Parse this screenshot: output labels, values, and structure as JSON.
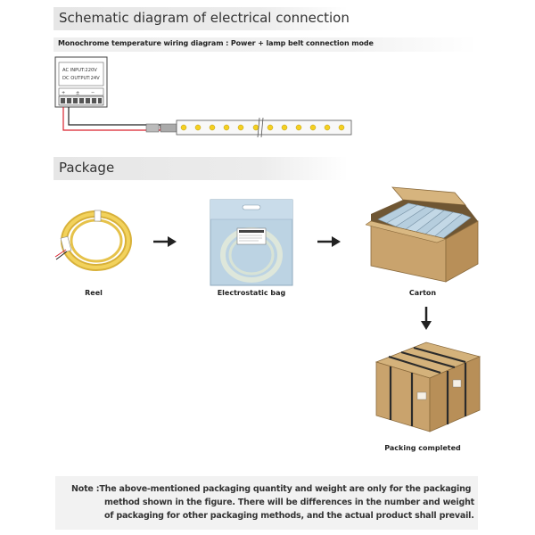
{
  "sections": {
    "wiring_title": "Schematic diagram of electrical connection",
    "wiring_subtitle": "Monochrome temperature wiring diagram : Power + lamp belt connection mode",
    "package_title": "Package"
  },
  "power_supply": {
    "input_label": "AC INPUT:220V",
    "output_label": "DC OUTPUT:24V"
  },
  "package_steps": {
    "reel": "Reel",
    "bag": "Electrostatic bag",
    "carton": "Carton",
    "completed": "Packing completed"
  },
  "note": {
    "line1": "Note :The above-mentioned packaging quantity and weight are only for the packaging",
    "line2": "method shown in the figure. There will be differences in the number and weight",
    "line3": "of packaging for other packaging methods, and the actual product shall prevail."
  },
  "colors": {
    "wire_red": "#d9232e",
    "wire_black": "#222222",
    "led_yellow": "#f5d020",
    "cardboard": "#c9a36d",
    "tape": "#2b2b2b",
    "bag_blue": "#bcd3e3"
  }
}
